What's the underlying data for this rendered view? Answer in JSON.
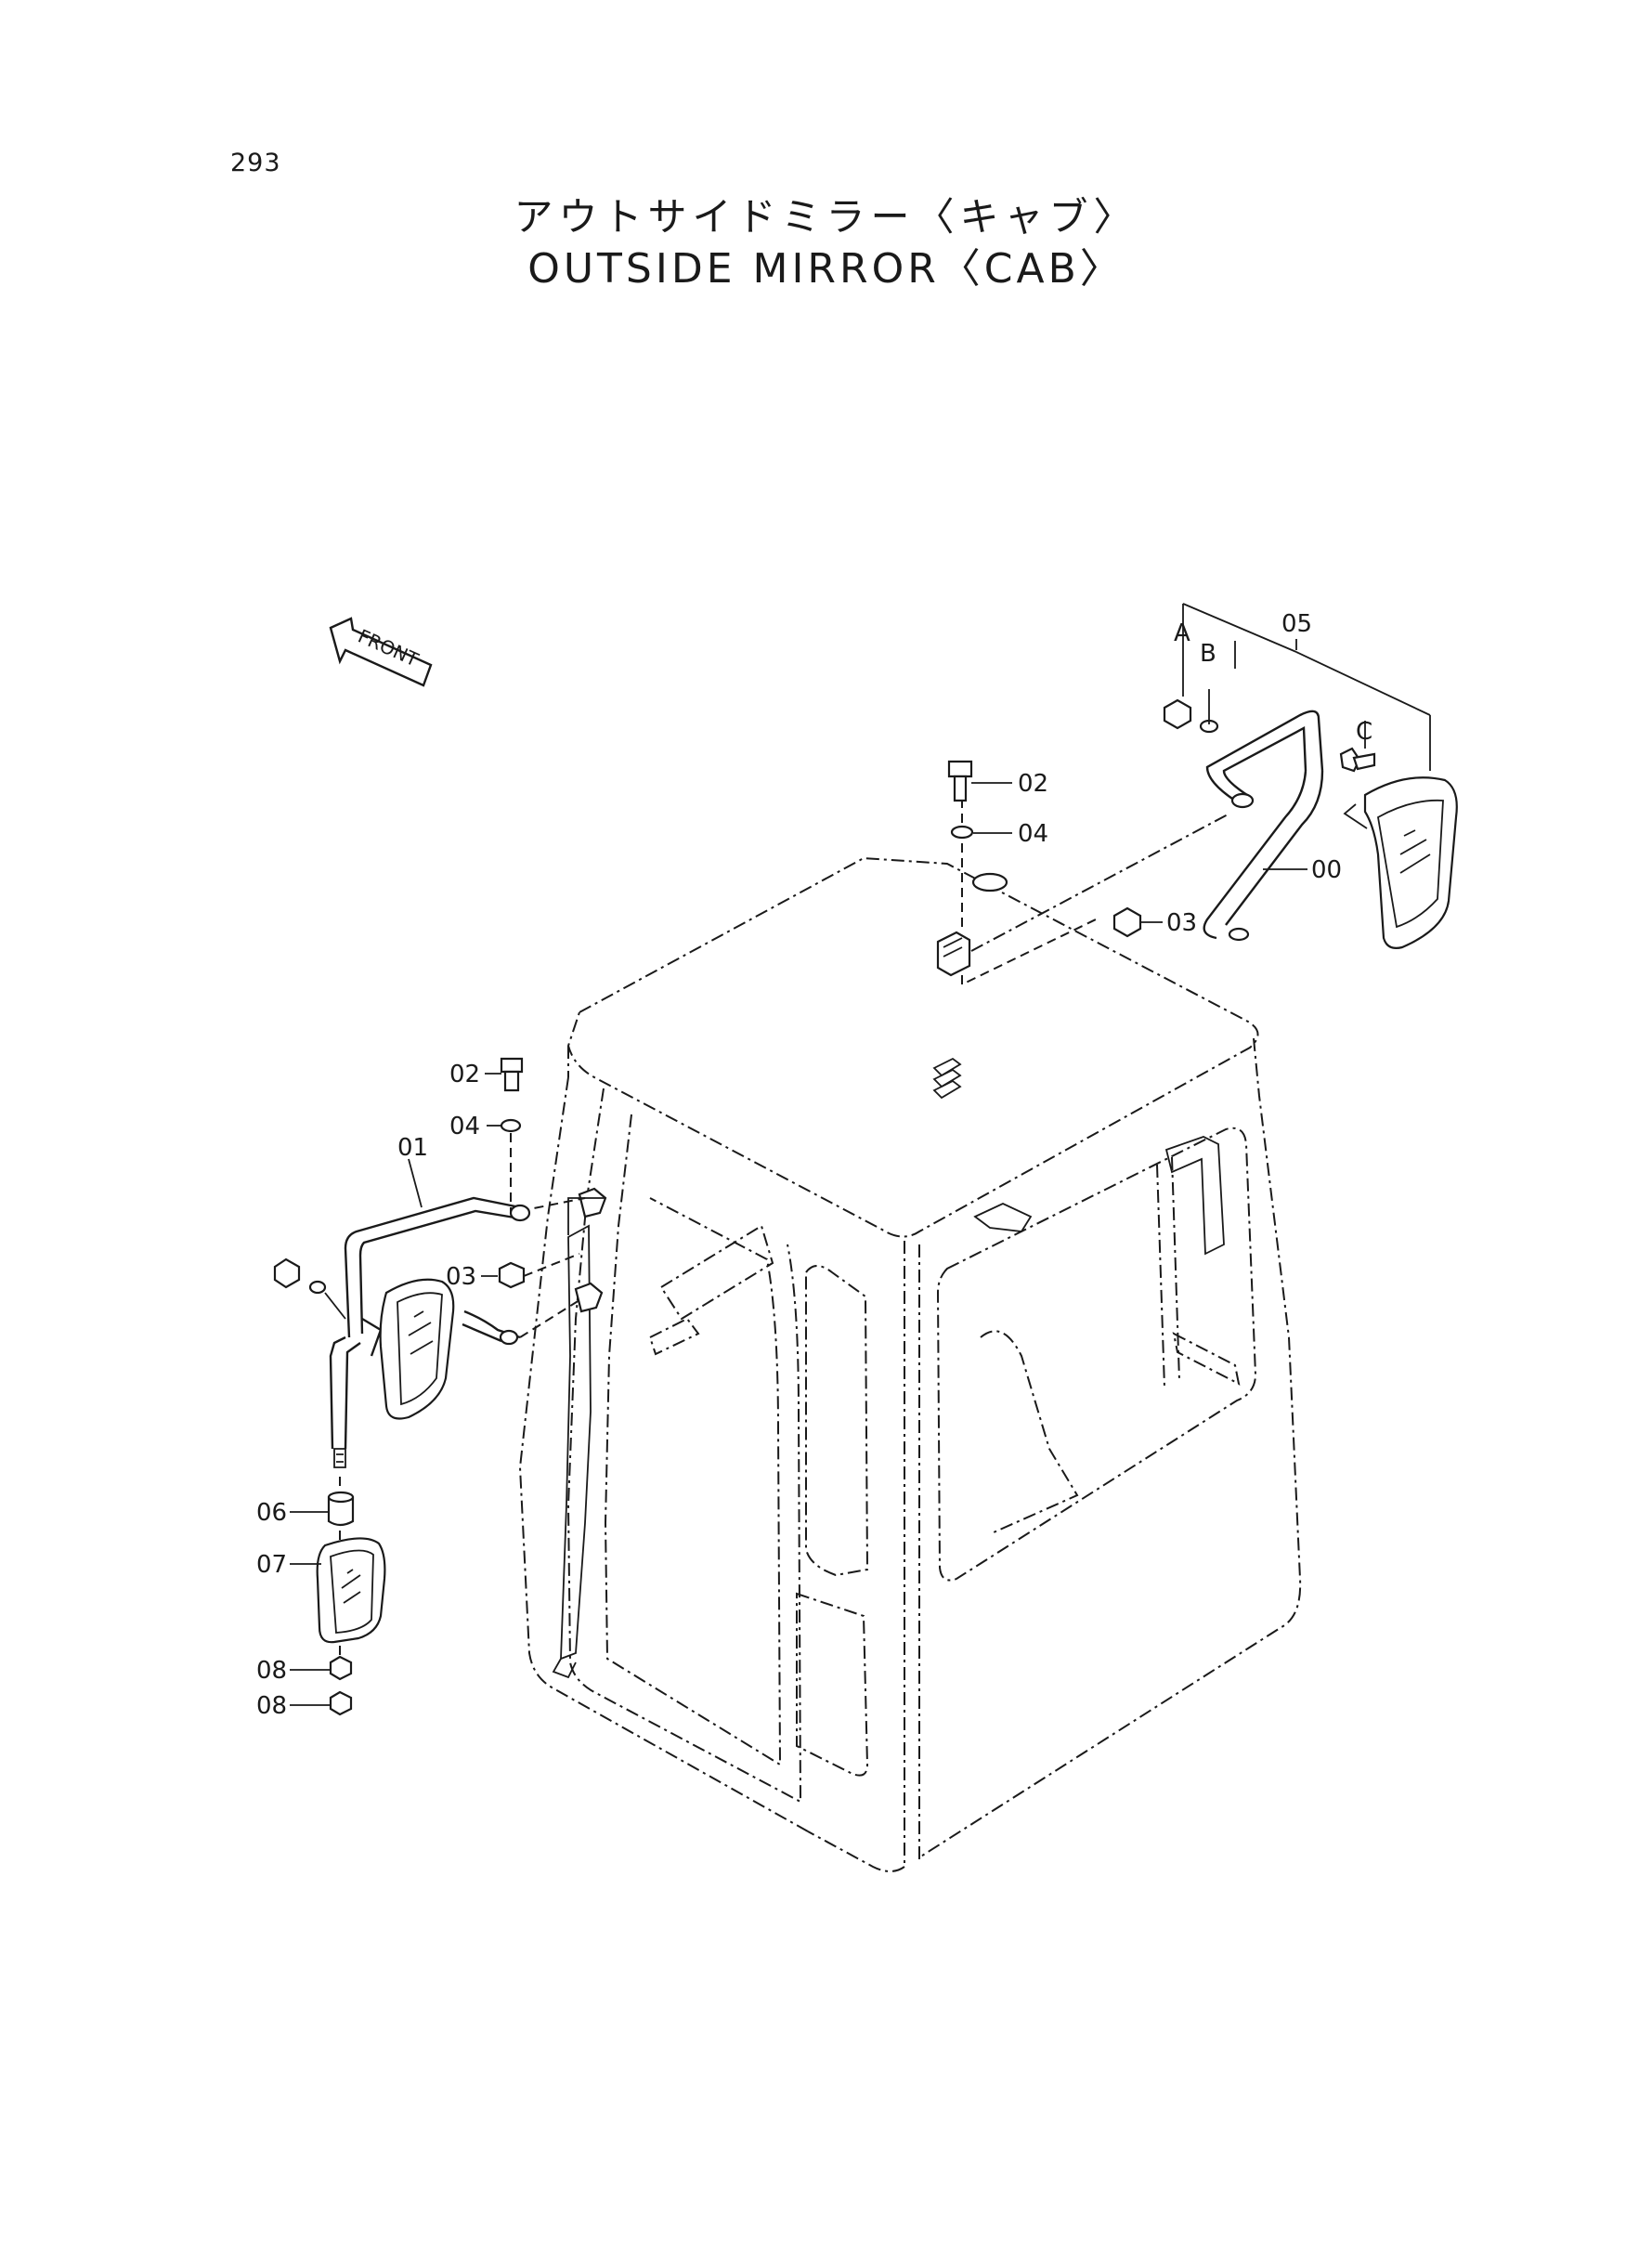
{
  "page_number": "293",
  "title_jp": "アウトサイドミラー〈キャブ〉",
  "title_en": "OUTSIDE MIRROR〈CAB〉",
  "front_arrow": {
    "label": "FRONT"
  },
  "callouts": {
    "part_00": "00",
    "part_01": "01",
    "part_02_right": "02",
    "part_02_left": "02",
    "part_03_right": "03",
    "part_03_left": "03",
    "part_04_right": "04",
    "part_04_left": "04",
    "part_05": "05",
    "part_06": "06",
    "part_07": "07",
    "part_08_a": "08",
    "part_08_b": "08",
    "sub_a": "A",
    "sub_b": "B",
    "sub_c": "C"
  }
}
